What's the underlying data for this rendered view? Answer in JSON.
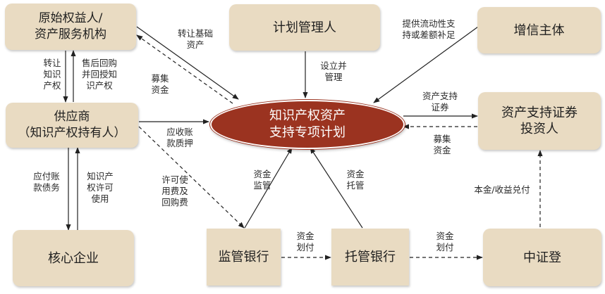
{
  "nodes": {
    "original_owner": "原始权益人/\n资产服务机构",
    "plan_manager": "计划管理人",
    "credit_enhancer": "增信主体",
    "supplier": "供应商\n（知识产权持有人）",
    "center": "知识产权资产\n支持专项计划",
    "investors": "资产支持证券\n投资人",
    "core_enterprise": "核心企业",
    "supervisory_bank": "监管银行",
    "custodian_bank": "托管银行",
    "csdc": "中证登"
  },
  "edge_labels": {
    "transfer_underlying": "转让基础\n资产",
    "raise_funds_left": "募集\n资金",
    "setup_manage": "设立并\n管理",
    "liquidity_support": "提供流动性支\n持或差额补足",
    "transfer_ip": "转让\n知识\n产权",
    "after_sale_buyback": "售后回购\n并回授知\n识产权",
    "receivable_pledge": "应收账\n款质押",
    "abs_securities": "资产支持\n证券",
    "raise_funds_right": "募集\n资金",
    "payables_debt": "应付账\n款债务",
    "ip_license_use": "知识产\n权许可\n使用",
    "license_fee_buyback": "许可使\n用费及\n回购费",
    "funds_supervision": "资金\n监管",
    "funds_custody": "资金\n托管",
    "funds_transfer_1": "资金\n划付",
    "funds_transfer_2": "资金\n划付",
    "principal_income": "本金/收益兑付"
  },
  "colors": {
    "box_fill": "#e9dbc2",
    "center_fill": "#9b3320",
    "center_text": "#ffffff",
    "line": "#222222"
  }
}
